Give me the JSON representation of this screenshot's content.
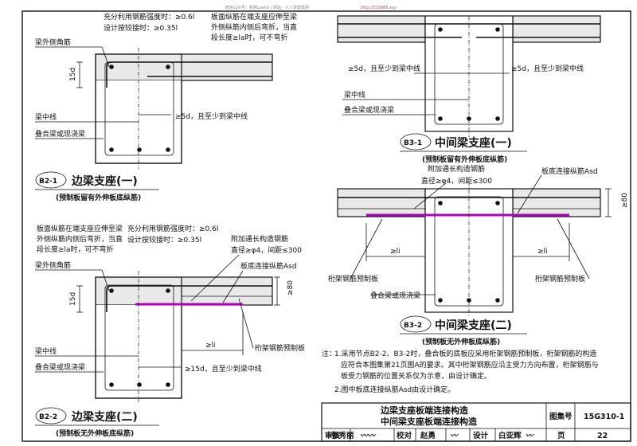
{
  "watermark": {
    "left": "微信公众号：脉努useful | 网站：人人讲建筑网",
    "url": "http://321686.xyz"
  },
  "b2_1": {
    "note_strength": "充分利用钢筋强度时：≥0.6l",
    "note_hinged": "设计按铰接时：≥0.35l",
    "note_top": [
      "板面纵筋在端支座应伸至梁",
      "外侧纵筋内侧后弯折，当直",
      "段长度≥la时，可不弯折"
    ],
    "corner": "梁外侧角筋",
    "dim_15d": "15d",
    "centerline": "梁中线",
    "anchor": "≥5d，且至少到梁中线",
    "beam_label": "叠合梁或现浇梁",
    "code": "B2-1",
    "title": "边梁支座(一)",
    "subtitle": "(预制板留有外伸板底纵筋)"
  },
  "b3_1": {
    "anchor_left": "≥5d，且至少到梁中线",
    "anchor_right": "≥5d，且至少到梁中线",
    "centerline": "梁中线",
    "beam_label": "叠合梁或现浇梁",
    "code": "B3-1",
    "title": "中间梁支座(一)",
    "subtitle": "(预制板留有外伸板底纵筋)"
  },
  "b3_2": {
    "add_rebar": "附加通长构造钢筋",
    "add_spec": "直径≥φ4，间距≤300",
    "bottom_rebar": "板底连接纵筋Asd",
    "dim_80": "≥80",
    "la_left": "≥li",
    "la_right": "≥li",
    "precast_left": "桁架钢筋预制板",
    "precast_right": "桁架钢筋预制板",
    "beam_label": "叠合梁或现浇梁",
    "code": "B3-2",
    "title": "中间梁支座(二)",
    "subtitle": "(预制板无外伸板底纵筋)"
  },
  "b2_2": {
    "note_top": [
      "板面纵筋在端支座应伸至梁",
      "外侧纵筋内侧后弯折，当直",
      "段长度≥la时，可不弯折"
    ],
    "note_strength": "充分利用钢筋强度时：≥0.6l",
    "note_hinged": "设计按铰接时：≥0.35l",
    "add_rebar": "附加通长构造钢筋",
    "add_spec": "直径≥φ4，间距≤300",
    "bottom_rebar": "板底连接纵筋Asd",
    "corner": "梁外侧角筋",
    "dim_15d": "15d",
    "dim_80": "≥80",
    "la": "≥li",
    "precast": "桁架钢筋预制板",
    "centerline": "梁中线",
    "anchor": "≥15d，且至少到梁中线",
    "beam_label": "叠合梁或现浇梁",
    "code": "B2-2",
    "title": "边梁支座(二)",
    "subtitle": "(预制板无外伸板底纵筋)"
  },
  "notes": {
    "prefix": "注：",
    "n1": [
      "1.采用节点B2-2、B3-2时，叠合板的底板应采用桁架钢筋预制板，桁架钢筋的构造",
      "应符合本图集第21页图A的要求。其中桁架钢筋应沿主受力方向布置，桁架钢筋与",
      "板受力钢筋的位置关系仅为示意，由设计确定。"
    ],
    "n2": "2.图中板底连接纵筋Asd由设计确定。"
  },
  "title_block": {
    "main1": "边梁支座板端连接构造",
    "main2": "中间梁支座板端连接构造",
    "atlas_label": "图集号",
    "atlas_no": "15G310-1",
    "review_label": "审核",
    "review_name": "张秀丽",
    "check_label": "校对",
    "check_name": "赵勇",
    "design_label": "设计",
    "design_name": "白亚辉",
    "page_label": "页",
    "page_no": "22"
  }
}
